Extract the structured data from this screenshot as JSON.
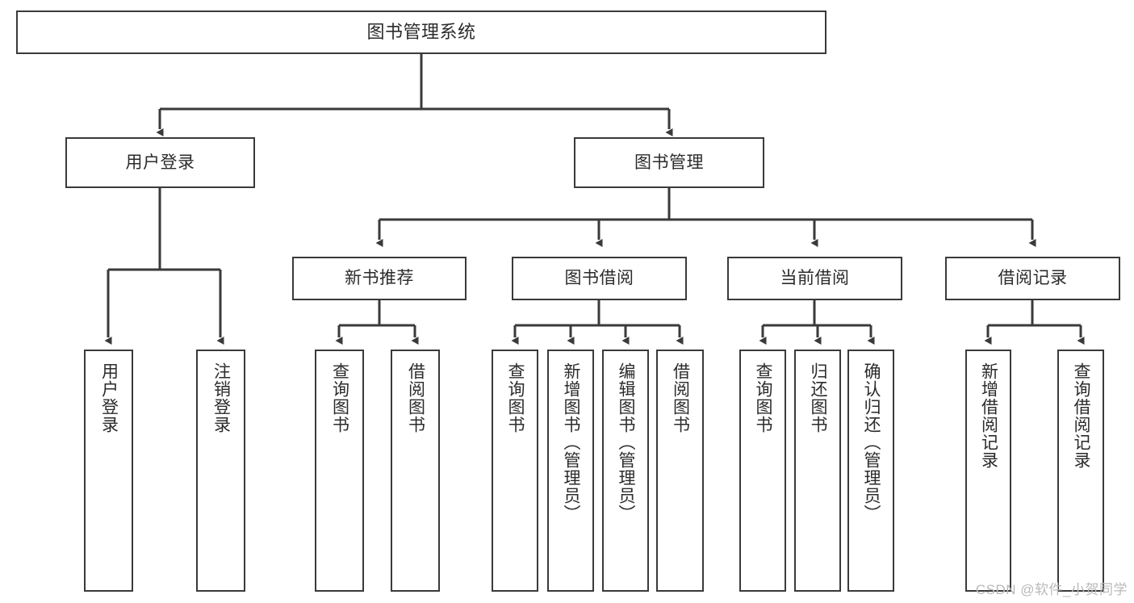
{
  "diagram": {
    "title": "图书管理系统",
    "type": "功能结构图",
    "colors": {
      "box_border": "#3a3a3a",
      "box_fill": "#ffffff",
      "edge": "#3a3a3a",
      "text": "#2b2b2b",
      "watermark": "#b9b9b9",
      "background": "#ffffff"
    },
    "watermark": "CSDN @软件_小贺同学",
    "root": {
      "label": "图书管理系统"
    },
    "level2": [
      {
        "label": "用户登录"
      },
      {
        "label": "图书管理"
      }
    ],
    "level3": [
      {
        "label": "新书推荐"
      },
      {
        "label": "图书借阅"
      },
      {
        "label": "当前借阅"
      },
      {
        "label": "借阅记录"
      }
    ],
    "leaves": {
      "user_login": [
        {
          "label": "用户登录"
        },
        {
          "label": "注销登录"
        }
      ],
      "new_book_recommend": [
        {
          "label": "查询图书"
        },
        {
          "label": "借阅图书"
        }
      ],
      "book_borrow": [
        {
          "label": "查询图书"
        },
        {
          "label": "新增图书（管理员）"
        },
        {
          "label": "编辑图书（管理员）"
        },
        {
          "label": "借阅图书"
        }
      ],
      "current_borrow": [
        {
          "label": "查询图书"
        },
        {
          "label": "归还图书"
        },
        {
          "label": "确认归还（管理员）"
        }
      ],
      "borrow_record": [
        {
          "label": "新增借阅记录"
        },
        {
          "label": "查询借阅记录"
        }
      ]
    }
  }
}
